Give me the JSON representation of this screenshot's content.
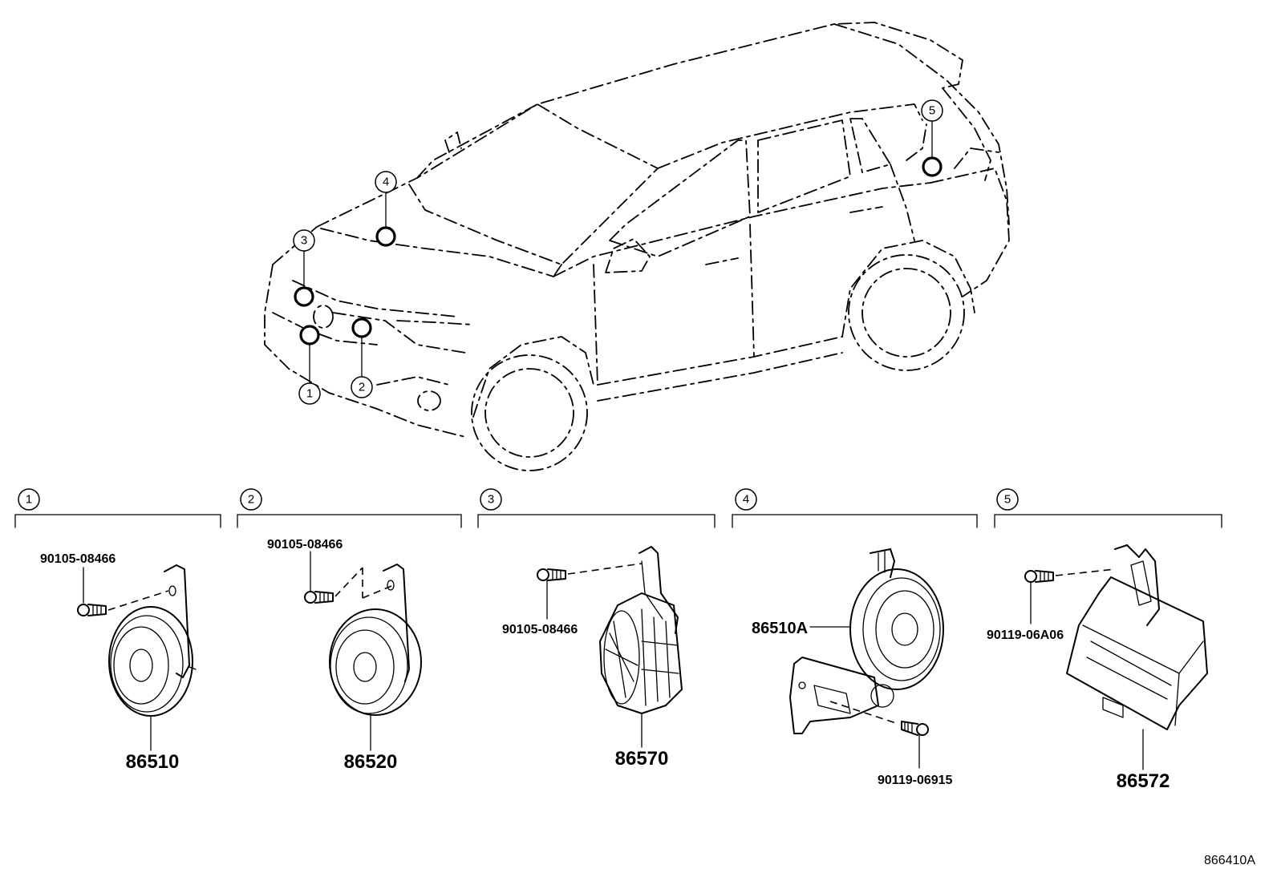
{
  "locations": [
    {
      "num": "1"
    },
    {
      "num": "2"
    },
    {
      "num": "3"
    },
    {
      "num": "4"
    },
    {
      "num": "5"
    }
  ],
  "groups": [
    {
      "num": "1",
      "parts": [
        "86510",
        "90105-08466"
      ]
    },
    {
      "num": "2",
      "parts": [
        "86520",
        "90105-08466"
      ]
    },
    {
      "num": "3",
      "parts": [
        "86570",
        "90105-08466"
      ]
    },
    {
      "num": "4",
      "parts": [
        "86510A",
        "90119-06915"
      ]
    },
    {
      "num": "5",
      "parts": [
        "86572",
        "90119-06A06"
      ]
    }
  ],
  "diagram_code": "866410A"
}
